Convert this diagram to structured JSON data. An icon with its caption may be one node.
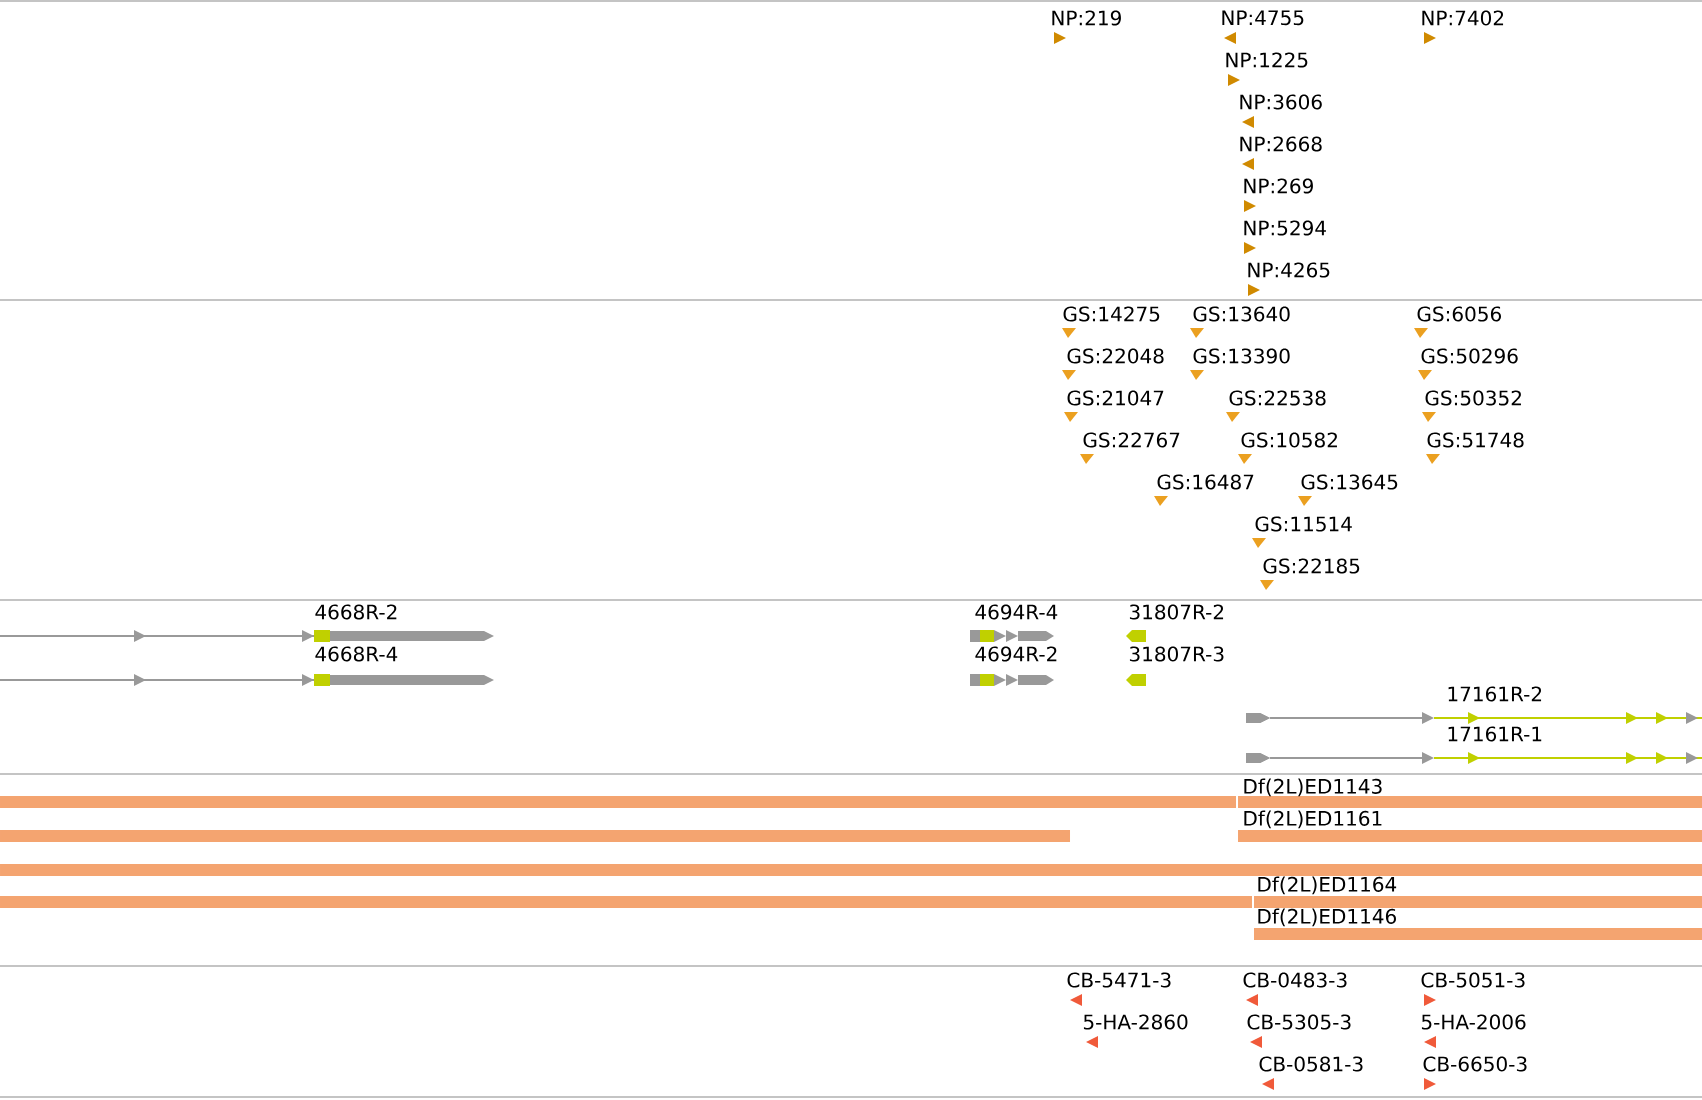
{
  "diagram": {
    "labels": [
      "NP:219",
      "NP:4755",
      "NP:7402",
      "NP:1225",
      "NP:3606",
      "NP:2668",
      "NP:269",
      "NP:5294",
      "NP:4265",
      "GS:14275",
      "GS:13640",
      "GS:6056",
      "GS:22048",
      "GS:13390",
      "GS:50296",
      "GS:21047",
      "GS:22538",
      "GS:50352",
      "GS:22767",
      "GS:10582",
      "GS:51748",
      "GS:16487",
      "GS:13645",
      "GS:11514",
      "GS:22185",
      "4668R-2",
      "4694R-4",
      "31807R-2",
      "4668R-4",
      "4694R-2",
      "31807R-3",
      "17161R-2",
      "17161R-1",
      "Df(2L)ED1143",
      "Df(2L)ED1161",
      "Df(2L)ED1164",
      "Df(2L)ED1146",
      "CB-5471-3",
      "CB-0483-3",
      "CB-5051-3",
      "5-HA-2860",
      "CB-5305-3",
      "5-HA-2006",
      "CB-0581-3",
      "CB-6650-3"
    ]
  }
}
